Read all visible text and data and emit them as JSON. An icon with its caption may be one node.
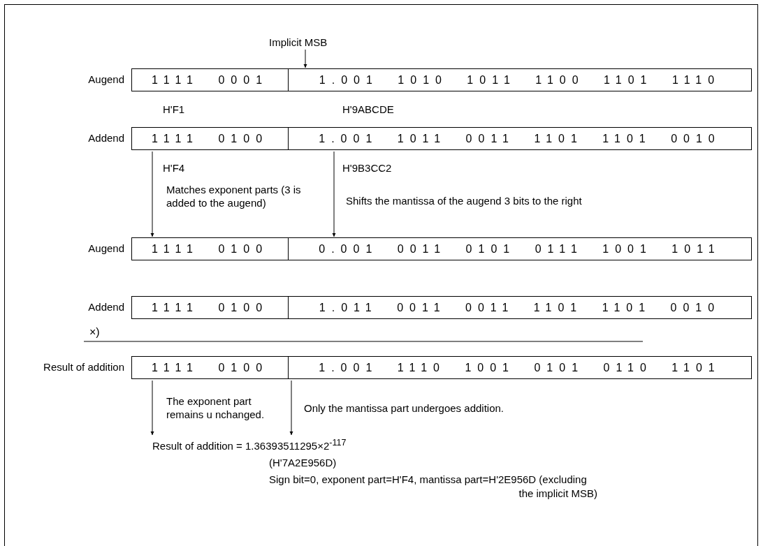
{
  "diagram": {
    "nodes": [
      {
        "text": [
          "Implicit MSB"
        ]
      },
      {
        "text": [
          "1111 0001",
          "1.001 1010 1011 1100 1101 1110"
        ],
        "beside": [
          "Augend",
          "H'F1",
          "H'9ABCDE"
        ]
      },
      {
        "text": [
          "1111 0100",
          "1.001 1011 0011 1101 1101 0010"
        ],
        "beside": [
          "Addend",
          "H'F4",
          "H'9B3CC2"
        ]
      },
      {
        "text": [
          "1111 0100",
          "0.001 0011 0101 0111 1001 1011"
        ],
        "beside": [
          "Augend"
        ]
      },
      {
        "text": [
          "1111 0100",
          "1.011 0011 0011 1101 1101 0010"
        ],
        "beside": [
          "Addend"
        ]
      },
      {
        "text": [
          "1111 0100",
          "1.001 1110 1001 0101 0110 1101"
        ],
        "beside": [
          "Result of addition"
        ]
      },
      {
        "text": [
          "Result of addition = 1.36393511295×2$^{-117}$",
          "(H'7A2E956D)",
          "Sign bit=0, exponent part=H'F4, mantissa part=H'2E956D (excluding the implicit MSB)"
        ]
      }
    ],
    "edges": [
      {
        "from": 0,
        "to": 1,
        "arrow": "to"
      },
      {
        "from": 2,
        "to": 3,
        "arrow": "to",
        "label": "Matches exponent parts (3 is added to the augend)"
      },
      {
        "from": 2,
        "to": 3,
        "arrow": "to",
        "label": "Shifts the mantissa of the augend 3 bits to the right"
      },
      {
        "from": 5,
        "to": 6,
        "arrow": "to",
        "label": "The exponent part remains u nchanged."
      },
      {
        "from": 5,
        "to": 6,
        "arrow": "to",
        "label": "Only the mantissa part undergoes addition."
      }
    ],
    "labels": [
      "×)"
    ]
  }
}
